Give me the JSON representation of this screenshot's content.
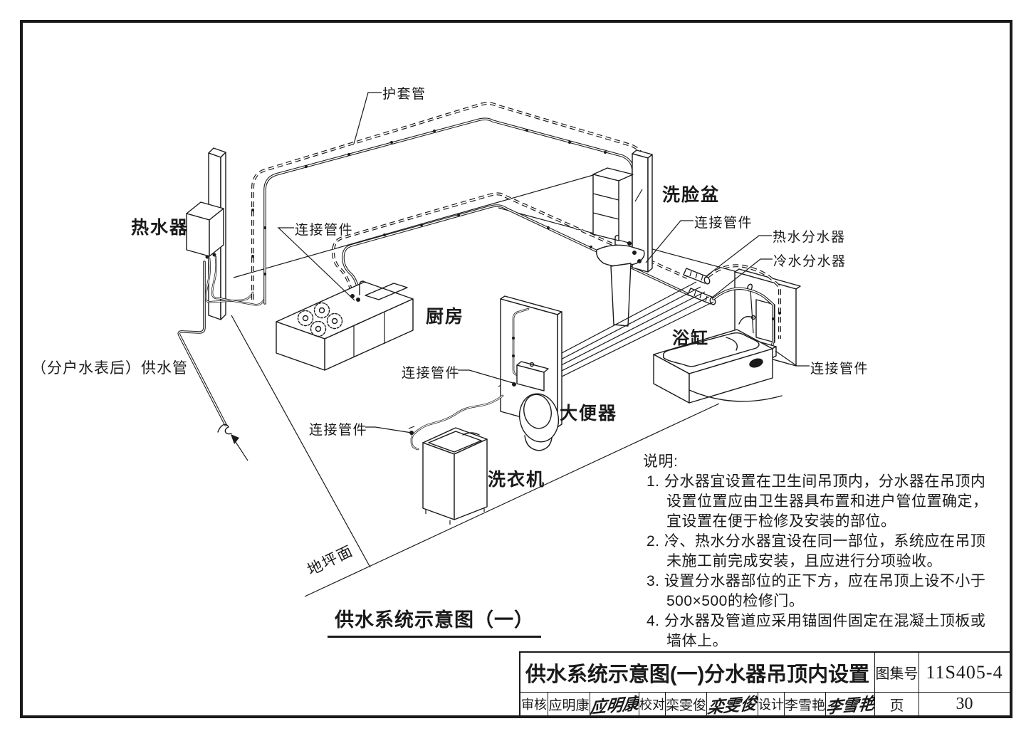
{
  "page": {
    "paper_color": "#ffffff",
    "ink_color": "#1a1a1a",
    "figure_caption": "供水系统示意图（一）"
  },
  "diagram": {
    "labels": {
      "sleeve_pipe": "护套管",
      "water_heater": "热水器",
      "connector_fitting": "连接管件",
      "supply_pipe": "（分户水表后）供水管",
      "kitchen": "厨房",
      "washbasin": "洗脸盆",
      "hot_water_manifold": "热水分水器",
      "cold_water_manifold": "冷水分水器",
      "bathtub": "浴缸",
      "toilet": "大便器",
      "washing_machine": "洗衣机",
      "ground_level": "地坪面"
    }
  },
  "notes": {
    "heading": "说明:",
    "lines": [
      "1. 分水器宜设置在卫生间吊顶内，分水器在吊顶内",
      "设置位置应由卫生器具布置和进户管位置确定，",
      "宜设置在便于检修及安装的部位。",
      "2. 冷、热水分水器宜设在同一部位，系统应在吊顶",
      "未施工前完成安装，且应进行分项验收。",
      "3. 设置分水器部位的正下方，应在吊顶上设不小于",
      "500×500的检修门。",
      "4. 分水器及管道应采用锚固件固定在混凝土顶板或",
      "墙体上。"
    ]
  },
  "title_block": {
    "drawing_title": "供水系统示意图(一)分水器吊顶内设置",
    "atlas_label": "图集号",
    "atlas_number": "11S405-4",
    "page_label": "页",
    "page_number": "30",
    "review_label": "审核",
    "reviewer_name": "应明康",
    "reviewer_signature": "应明康",
    "proof_label": "校对",
    "proofreader_name": "栾雯俊",
    "proofreader_signature": "栾雯俊",
    "design_label": "设计",
    "designer_name": "李雪艳",
    "designer_signature": "李雪艳"
  }
}
